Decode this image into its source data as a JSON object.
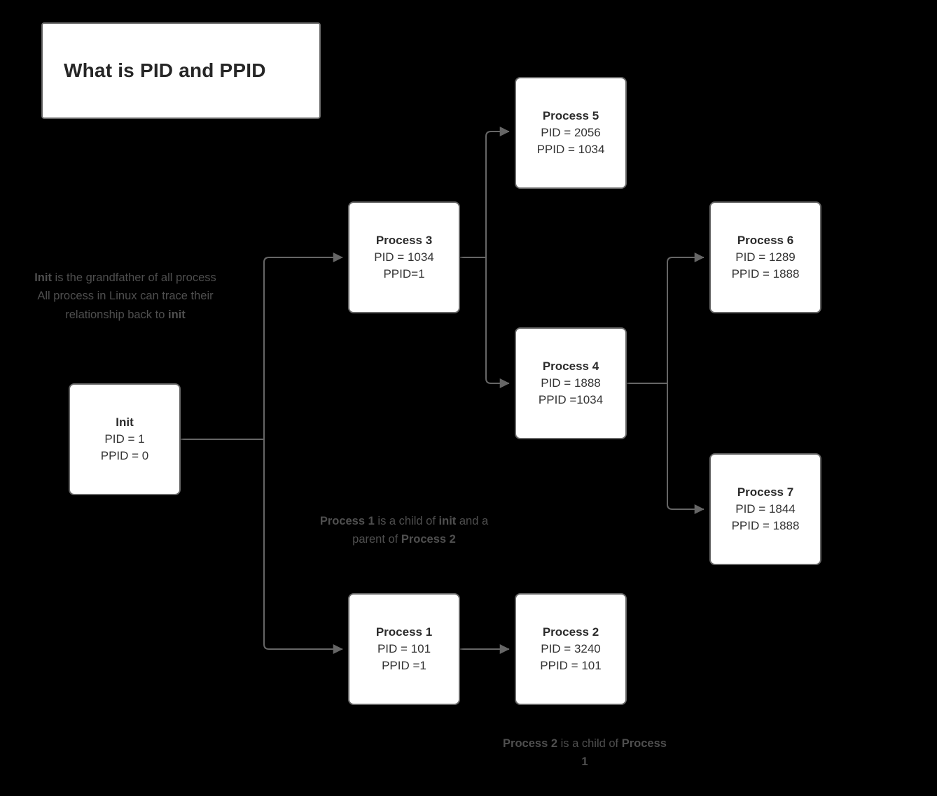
{
  "title": {
    "text": "What is PID and PPID"
  },
  "colors": {
    "background": "#000000",
    "node_fill": "#ffffff",
    "node_border": "#666666",
    "edge": "#666666",
    "title_text": "#262626",
    "node_text": "#333333",
    "annotation_text": "#4f4f4f"
  },
  "nodes": [
    {
      "id": "init",
      "title": "Init",
      "pid": "PID = 1",
      "ppid": "PPID = 0"
    },
    {
      "id": "process3",
      "title": "Process 3",
      "pid": "PID = 1034",
      "ppid": "PPID=1"
    },
    {
      "id": "process5",
      "title": "Process 5",
      "pid": "PID = 2056",
      "ppid": "PPID = 1034"
    },
    {
      "id": "process4",
      "title": "Process 4",
      "pid": "PID = 1888",
      "ppid": "PPID =1034"
    },
    {
      "id": "process6",
      "title": "Process 6",
      "pid": "PID = 1289",
      "ppid": "PPID = 1888"
    },
    {
      "id": "process7",
      "title": "Process 7",
      "pid": "PID = 1844",
      "ppid": "PPID = 1888"
    },
    {
      "id": "process1",
      "title": "Process 1",
      "pid": "PID = 101",
      "ppid": "PPID =1"
    },
    {
      "id": "process2",
      "title": "Process 2",
      "pid": "PID = 3240",
      "ppid": "PPID = 101"
    }
  ],
  "annotations": {
    "init_note": {
      "line1_bold": "Init",
      "line1_rest": " is the grandfather of all process",
      "line2": "All process in Linux can trace their relationship back to ",
      "line2_bold": "init"
    },
    "process1_note": {
      "seg1_bold": "Process 1",
      "seg2": " is a child of ",
      "seg3_bold": "init",
      "seg4": " and a parent of ",
      "seg5_bold": "Process 2"
    },
    "process2_note": {
      "seg1_bold": "Process 2",
      "seg2": " is a child of ",
      "seg3_bold": "Process 1"
    }
  },
  "edges": [
    {
      "from": "init",
      "to": "process3"
    },
    {
      "from": "init",
      "to": "process1"
    },
    {
      "from": "process3",
      "to": "process5"
    },
    {
      "from": "process3",
      "to": "process4"
    },
    {
      "from": "process4",
      "to": "process6"
    },
    {
      "from": "process4",
      "to": "process7"
    },
    {
      "from": "process1",
      "to": "process2"
    }
  ]
}
